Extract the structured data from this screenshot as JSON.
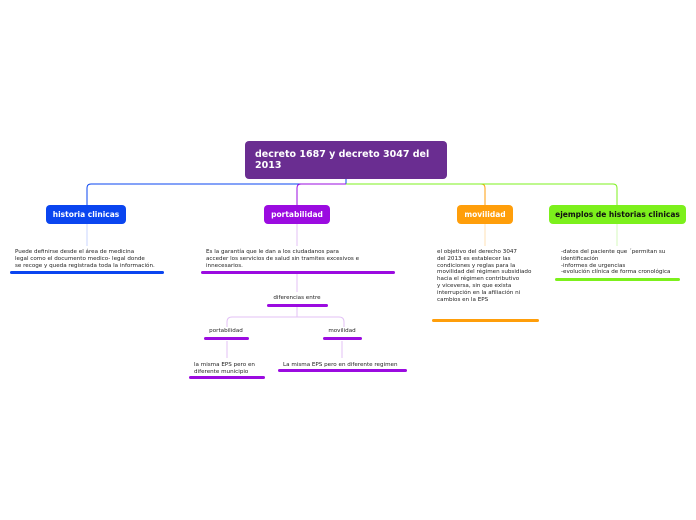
{
  "root": {
    "title": "decreto 1687 y decreto 3047 del 2013"
  },
  "topics": [
    {
      "label": "historia clinicas",
      "color": "#0a45f0",
      "text_color": "#ffffff"
    },
    {
      "label": "portabilidad",
      "color": "#9b0be0",
      "text_color": "#ffffff"
    },
    {
      "label": "movilidad",
      "color": "#ff9e0a",
      "text_color": "#ffffff"
    },
    {
      "label": "ejemplos de historias clinicas",
      "color": "#7cf01c",
      "text_color": "#111111"
    }
  ],
  "notes": {
    "historia": "Puede definirse desde el área de medicina\nlegal como el documento  medico- legal donde\nse recoge y queda registrada toda la información.",
    "portabilidad": "Es la garantía que le dan a los ciudadanos para\nacceder los servicios  de salud sin tramites excesivos e\ninnecesarios.",
    "movilidad": "el objetivo del derecho 3047\ndel 2013 es establecer las\ncondiciones y reglas para la\nmovilidad del régimen subsidiado\nhacia el régimen contributivo\ny viceversa, sin que exista\ninterrupción en la afiliación ni\ncambios en la EPS",
    "ejemplos": "-datos del paciente que ´permitan su\nidentificación\n-informes de urgencias\n-evolución clínica de forma cronológica"
  },
  "diferencias": {
    "label": "diferencias entre",
    "left": {
      "label": "portabilidad",
      "note": "la misma EPS pero en\ndiferente municipio"
    },
    "right": {
      "label": "movilidad",
      "note": "La misma EPS pero en diferente regimen"
    }
  }
}
